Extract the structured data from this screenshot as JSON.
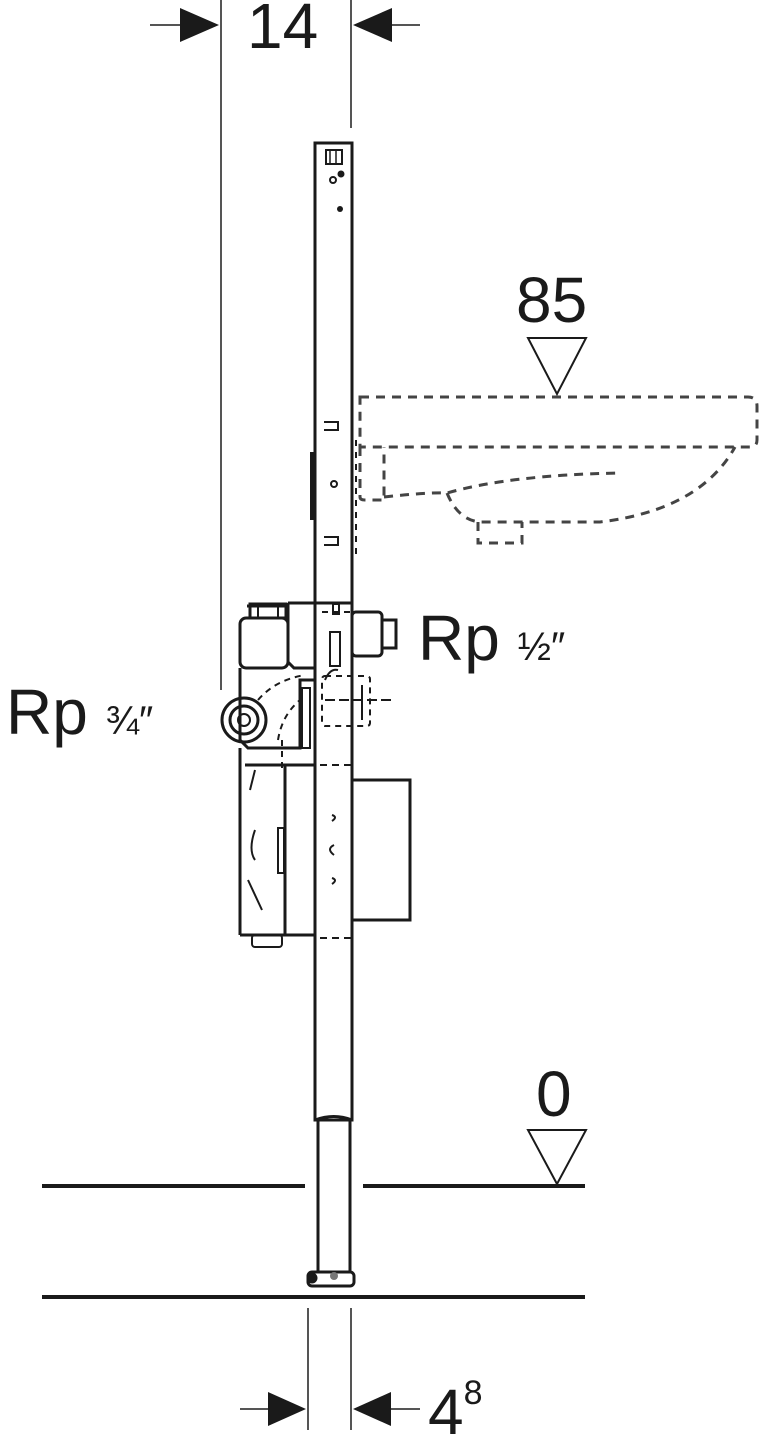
{
  "diagram": {
    "type": "technical installation drawing (side elevation)",
    "subject": "washbasin installation frame with supply fitting",
    "stroke_color": "#1a1a1a",
    "background": "#ffffff",
    "dimensions": {
      "top_width": {
        "value": "14"
      },
      "bottom_width": {
        "value": "4",
        "superscript": "8"
      }
    },
    "levels": {
      "basin_height": {
        "value": "85"
      },
      "floor_level": {
        "value": "0"
      }
    },
    "connections": {
      "outlet": {
        "label": "Rp",
        "size": "½″"
      },
      "inlet": {
        "label": "Rp",
        "size": "¾″"
      }
    },
    "elements": [
      "installation frame (vertical post)",
      "washbasin (dashed outline)",
      "supply fitting with connectors",
      "drain box",
      "floor line",
      "finished floor line",
      "foot bracket"
    ]
  }
}
